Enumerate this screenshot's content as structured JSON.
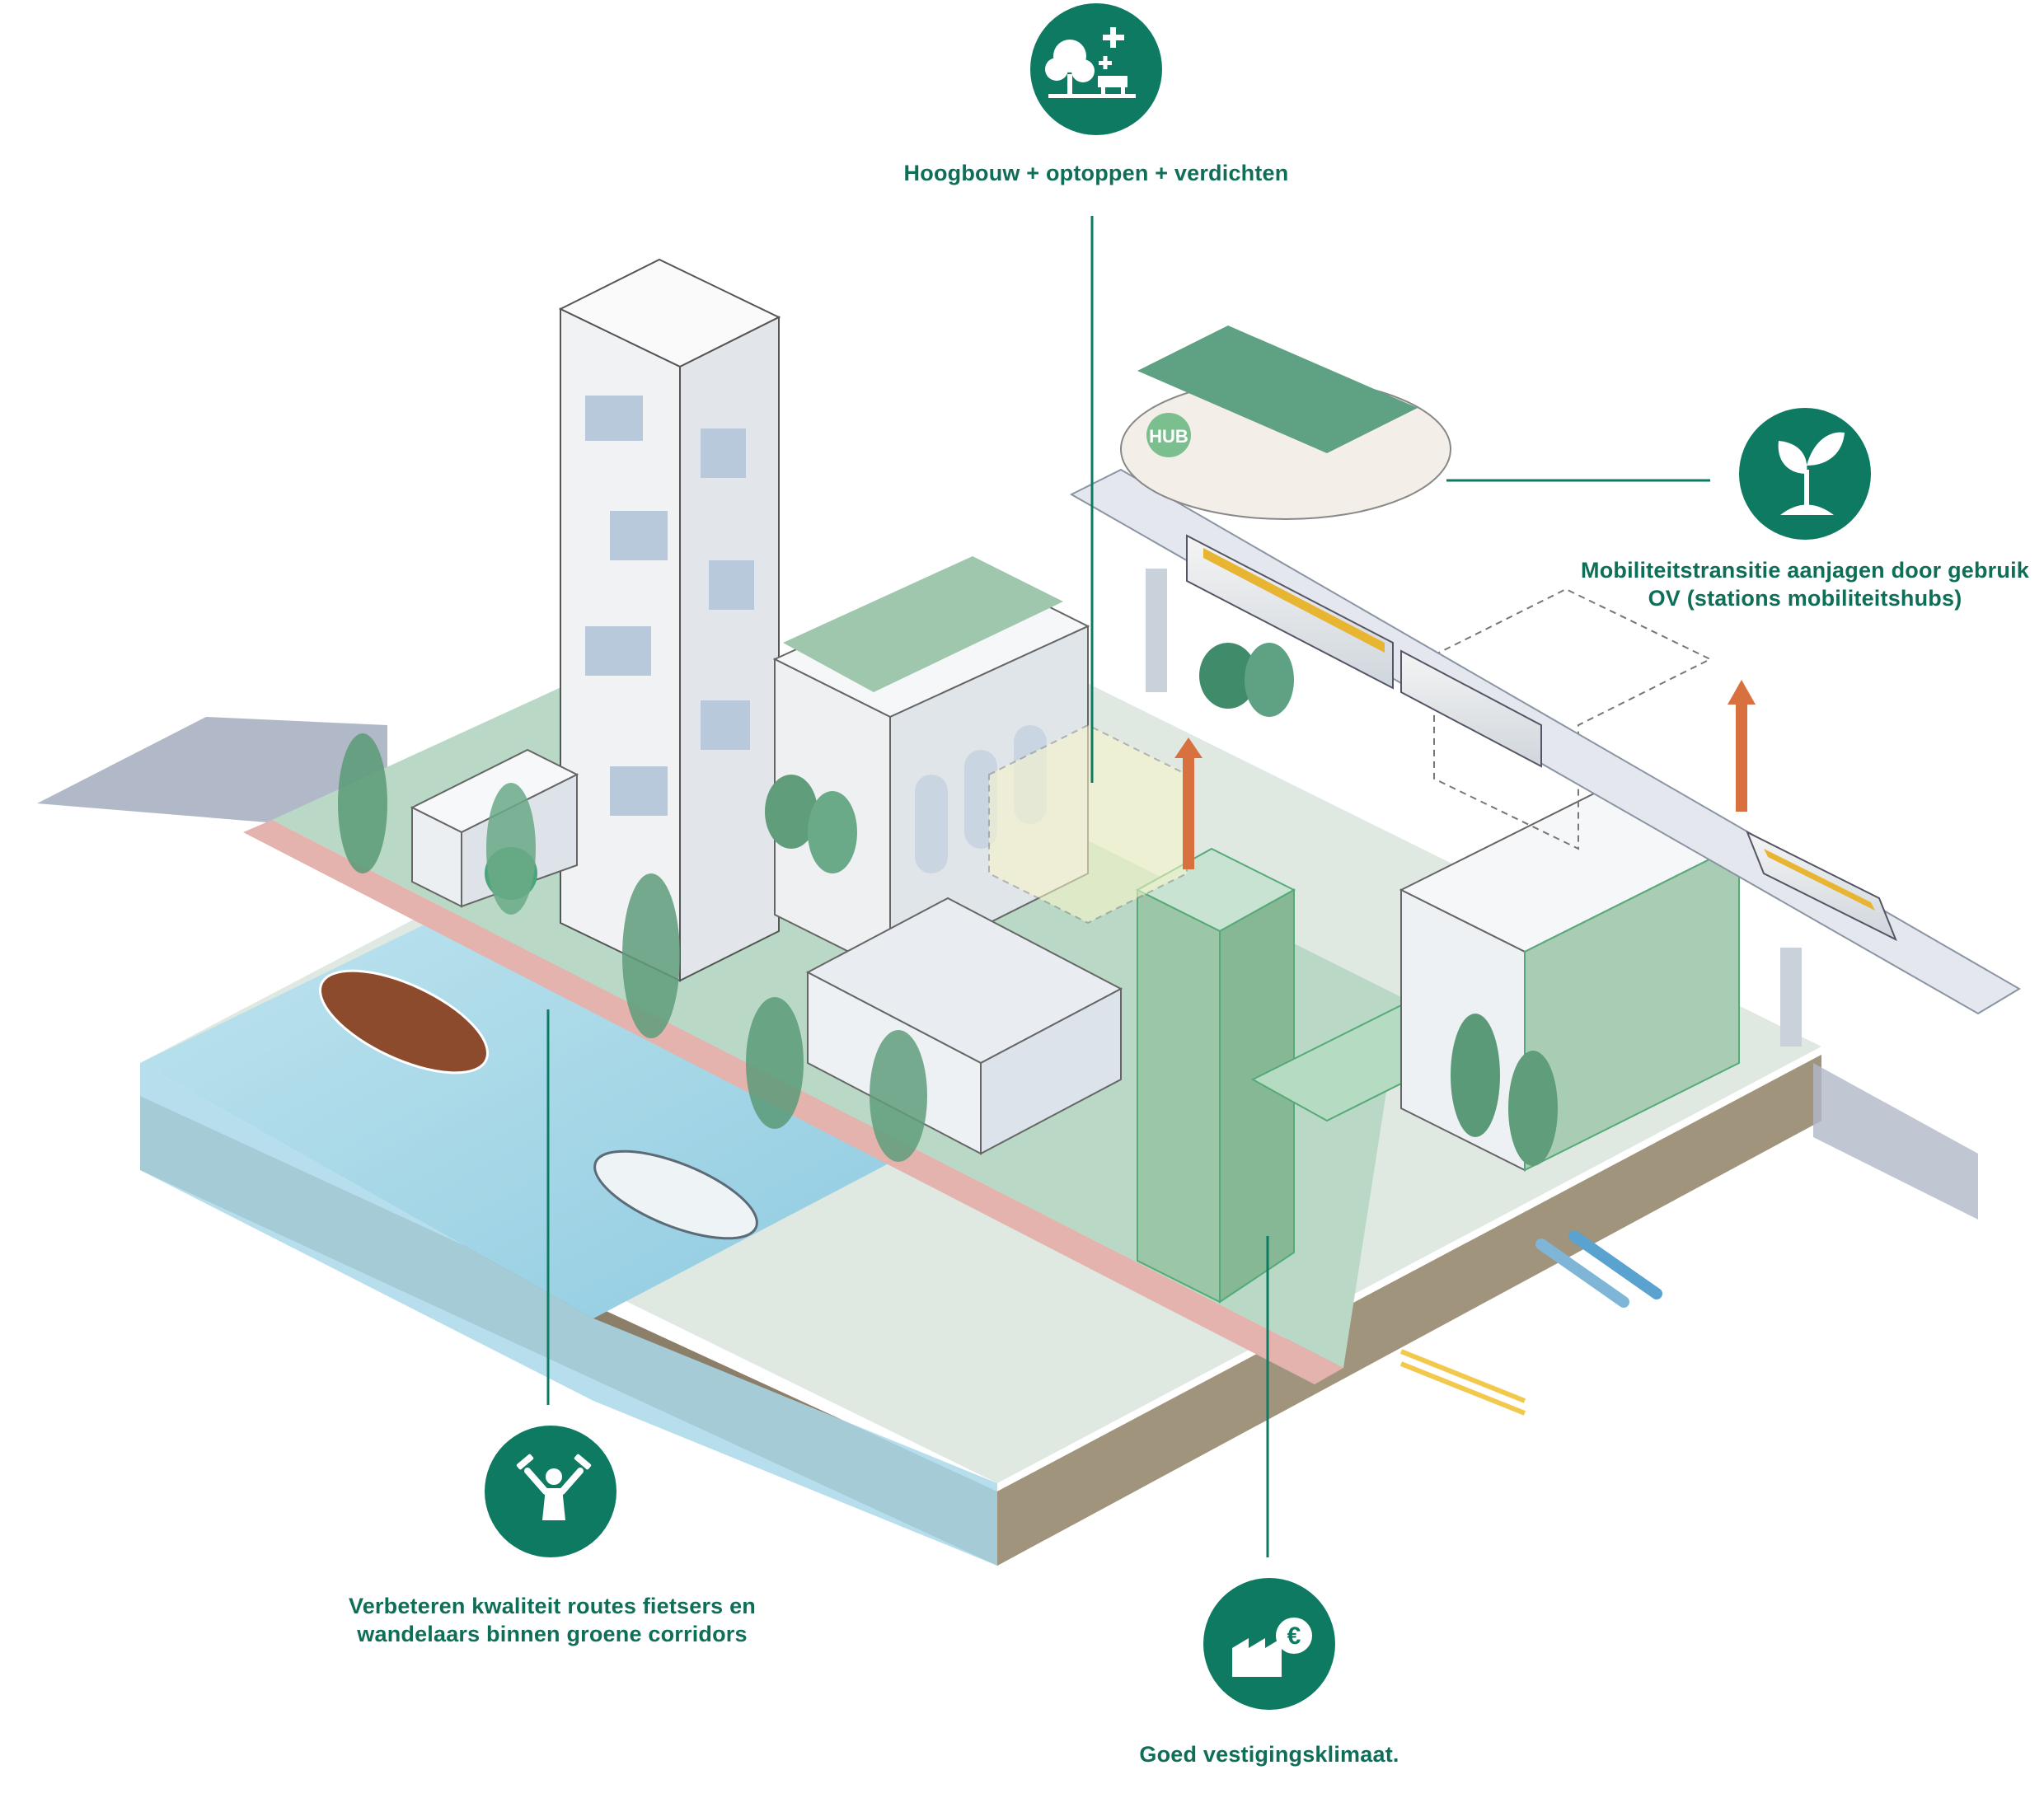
{
  "colors": {
    "accent": "#0f7a62",
    "arrow": "#d9703f",
    "water": "#9cd3e6",
    "greenery": "#7fb89c",
    "path": "#e7b8b2"
  },
  "callouts": [
    {
      "id": "densify",
      "icon": "tree-bench-plus-icon",
      "lines": [
        "Hoogbouw + optoppen + verdichten"
      ]
    },
    {
      "id": "mobility",
      "icon": "sprout-icon",
      "lines": [
        "Mobiliteitstransitie aanjagen door gebruik",
        "OV (stations mobiliteitshubs)"
      ]
    },
    {
      "id": "routes",
      "icon": "fitness-person-icon",
      "lines": [
        "Verbeteren kwaliteit routes fietsers en",
        "wandelaars binnen groene corridors"
      ]
    },
    {
      "id": "business",
      "icon": "factory-euro-icon",
      "lines": [
        "Goed vestigingsklimaat."
      ]
    }
  ],
  "hub_sign": "HUB"
}
